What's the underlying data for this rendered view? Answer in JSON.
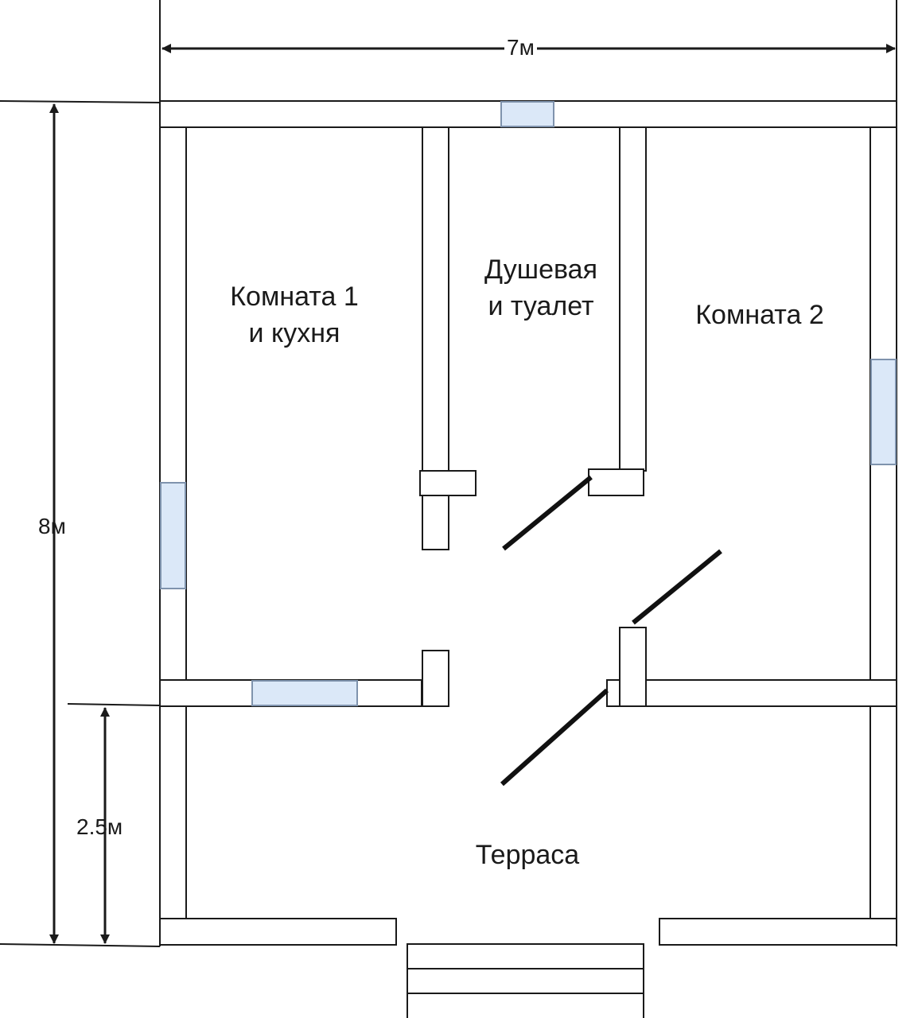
{
  "dimensions": {
    "width": "7м",
    "height_total": "8м",
    "terrace_depth": "2.5м"
  },
  "rooms": {
    "room1": {
      "line1": "Комната 1",
      "line2": "и кухня"
    },
    "bathroom": {
      "line1": "Душевая",
      "line2": "и туалет"
    },
    "room2": {
      "line1": "Комната 2"
    },
    "terrace": {
      "line1": "Терраса"
    }
  },
  "colors": {
    "wall_stroke": "#1a1a1a",
    "wall_fill": "#ffffff",
    "window_fill": "#dbe8f8",
    "window_stroke": "#7f93ad",
    "door_leaf": "#111111"
  }
}
